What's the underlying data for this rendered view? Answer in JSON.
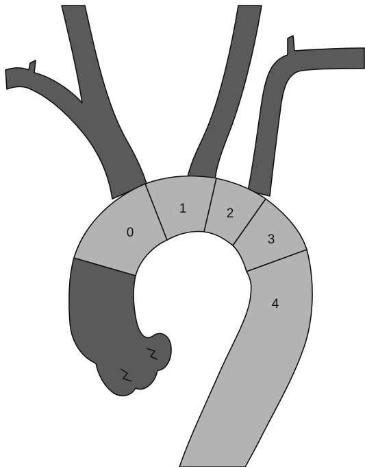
{
  "diagram": {
    "zones": [
      {
        "id": "0",
        "label": "0"
      },
      {
        "id": "1",
        "label": "1"
      },
      {
        "id": "2",
        "label": "2"
      },
      {
        "id": "3",
        "label": "3"
      },
      {
        "id": "4",
        "label": "4"
      }
    ],
    "colors": {
      "background": "#ffffff",
      "vessel_dark": "#5a5a5a",
      "zone_fill": "#b3b3b3",
      "outline": "#111111"
    }
  }
}
